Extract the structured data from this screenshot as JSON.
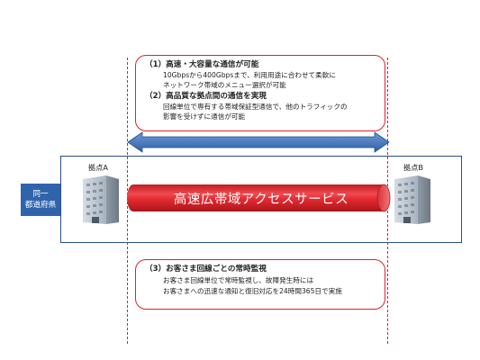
{
  "callout_top": {
    "item1_title": "（1）高速・大容量な通信が可能",
    "item1_line1": "10Gbpsから400Gbpsまで、利用用途に合わせて柔軟に",
    "item1_line2": "ネットワーク帯域のメニュー選択が可能",
    "item2_title": "（2）高品質な拠点間の通信を実現",
    "item2_line1": "回線単位で専有する帯域保証型通信で、他のトラフィックの",
    "item2_line2": "影響を受けずに通信が可能"
  },
  "region": {
    "label_line1": "同一",
    "label_line2": "都道府県"
  },
  "site_a": {
    "label": "拠点A"
  },
  "site_b": {
    "label": "拠点B"
  },
  "service": {
    "label": "高速広帯域アクセスサービス"
  },
  "callout_bottom": {
    "item3_title": "（3）お客さま回線ごとの常時監視",
    "item3_line1": "お客さま回線単位で常時監視し、故障発生時には",
    "item3_line2": "お客さまへの迅速な通知と復旧対応を24時間365日で実施"
  },
  "colors": {
    "accent_red": "#e0202a",
    "pipe_red": "#e8232b",
    "arrow_blue": "#3f72b8",
    "region_blue": "#2f64ad",
    "frame_navy": "#2a4f8a"
  },
  "icons": [
    "building-icon",
    "double-arrow-icon",
    "pipe-cylinder"
  ]
}
